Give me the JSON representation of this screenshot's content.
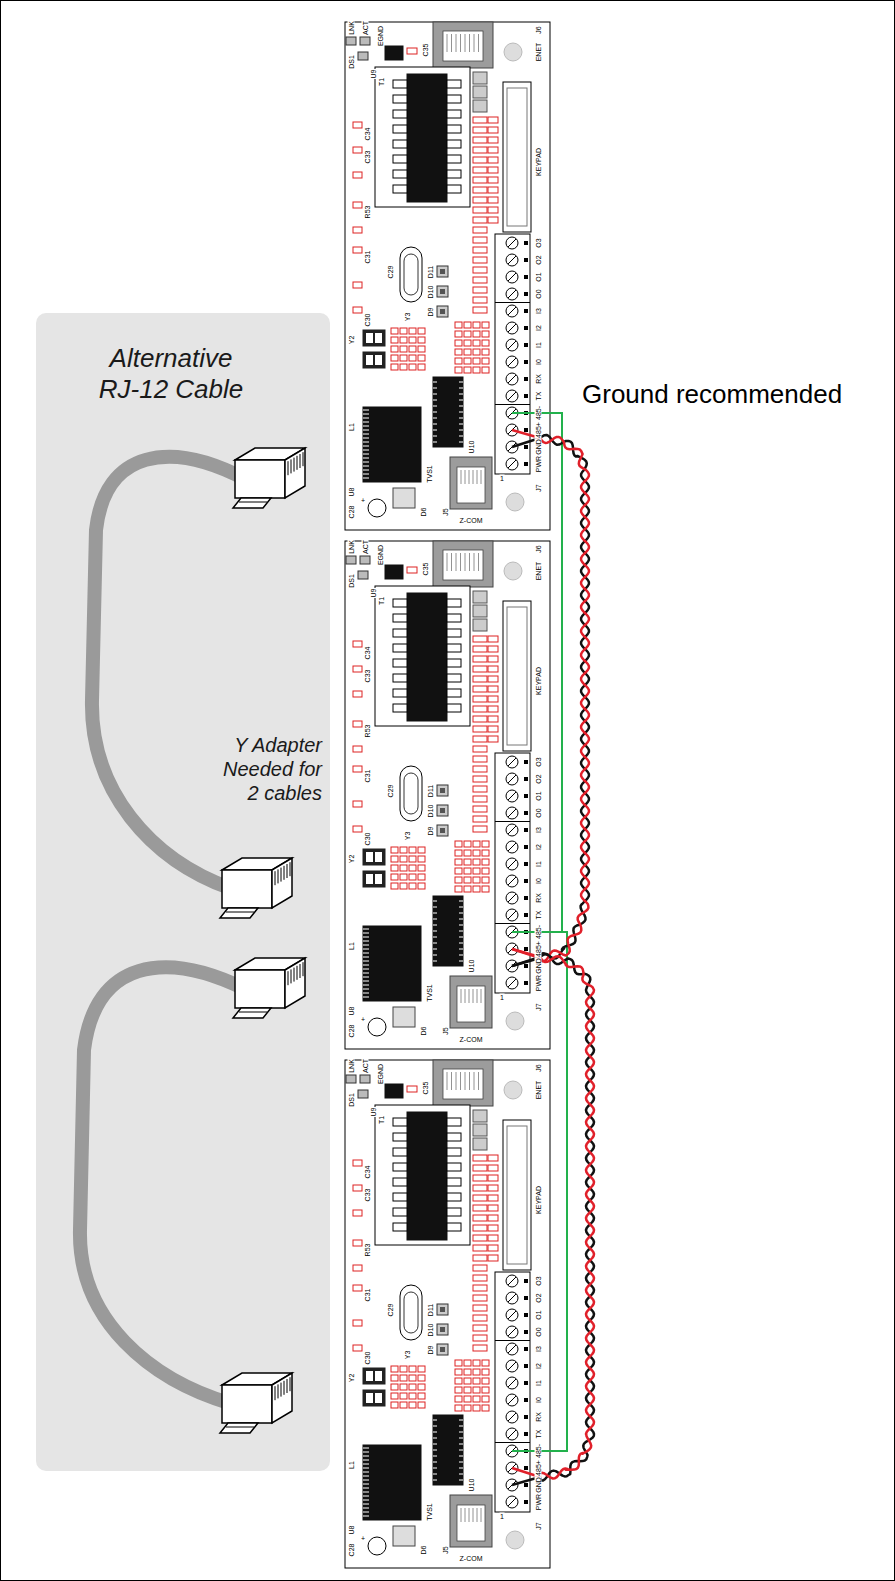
{
  "diagram": {
    "nodes": [
      {
        "text": [
          "Alternative RJ-12 Cable",
          "Y Adapter Needed for 2 cables"
        ]
      }
    ],
    "labels": [
      "LNK",
      "ACT",
      "DS1",
      "EGND",
      "U9",
      "J6",
      "ENET",
      "T1",
      "C35",
      "C34",
      "C33",
      "R53",
      "C31",
      "C30",
      "KEYPAD",
      "C29",
      "Y3",
      "D11",
      "D10",
      "D9",
      "Y2",
      "O3",
      "O2",
      "O1",
      "O0",
      "I3",
      "I2",
      "I1",
      "I0",
      "RX",
      "TX",
      "485-",
      "485+",
      "GND",
      "PWR",
      "J7",
      "1",
      "L1",
      "U8",
      "U10",
      "TVS1",
      "C28",
      "+",
      "D6",
      "J5",
      "Z-COM",
      "LNK",
      "ACT",
      "DS1",
      "EGND",
      "U9",
      "J6",
      "ENET",
      "T1",
      "C35",
      "C34",
      "C33",
      "R53",
      "C31",
      "C30",
      "KEYPAD",
      "C29",
      "Y3",
      "D11",
      "D10",
      "D9",
      "Y2",
      "O3",
      "O2",
      "O1",
      "O0",
      "I3",
      "I2",
      "I1",
      "I0",
      "RX",
      "TX",
      "485-",
      "485+",
      "GND",
      "PWR",
      "J7",
      "1",
      "L1",
      "U8",
      "U10",
      "TVS1",
      "C28",
      "+",
      "D6",
      "J5",
      "Z-COM",
      "LNK",
      "ACT",
      "DS1",
      "EGND",
      "U9",
      "J6",
      "ENET",
      "T1",
      "C35",
      "C34",
      "C33",
      "R53",
      "C31",
      "C30",
      "KEYPAD",
      "C29",
      "Y3",
      "D11",
      "D10",
      "D9",
      "Y2",
      "O3",
      "O2",
      "O1",
      "O0",
      "I3",
      "I2",
      "I1",
      "I0",
      "RX",
      "TX",
      "485-",
      "485+",
      "GND",
      "PWR",
      "J7",
      "1",
      "L1",
      "U8",
      "U10",
      "TVS1",
      "C28",
      "+",
      "D6",
      "J5",
      "Z-COM",
      "Ground recommended"
    ]
  }
}
